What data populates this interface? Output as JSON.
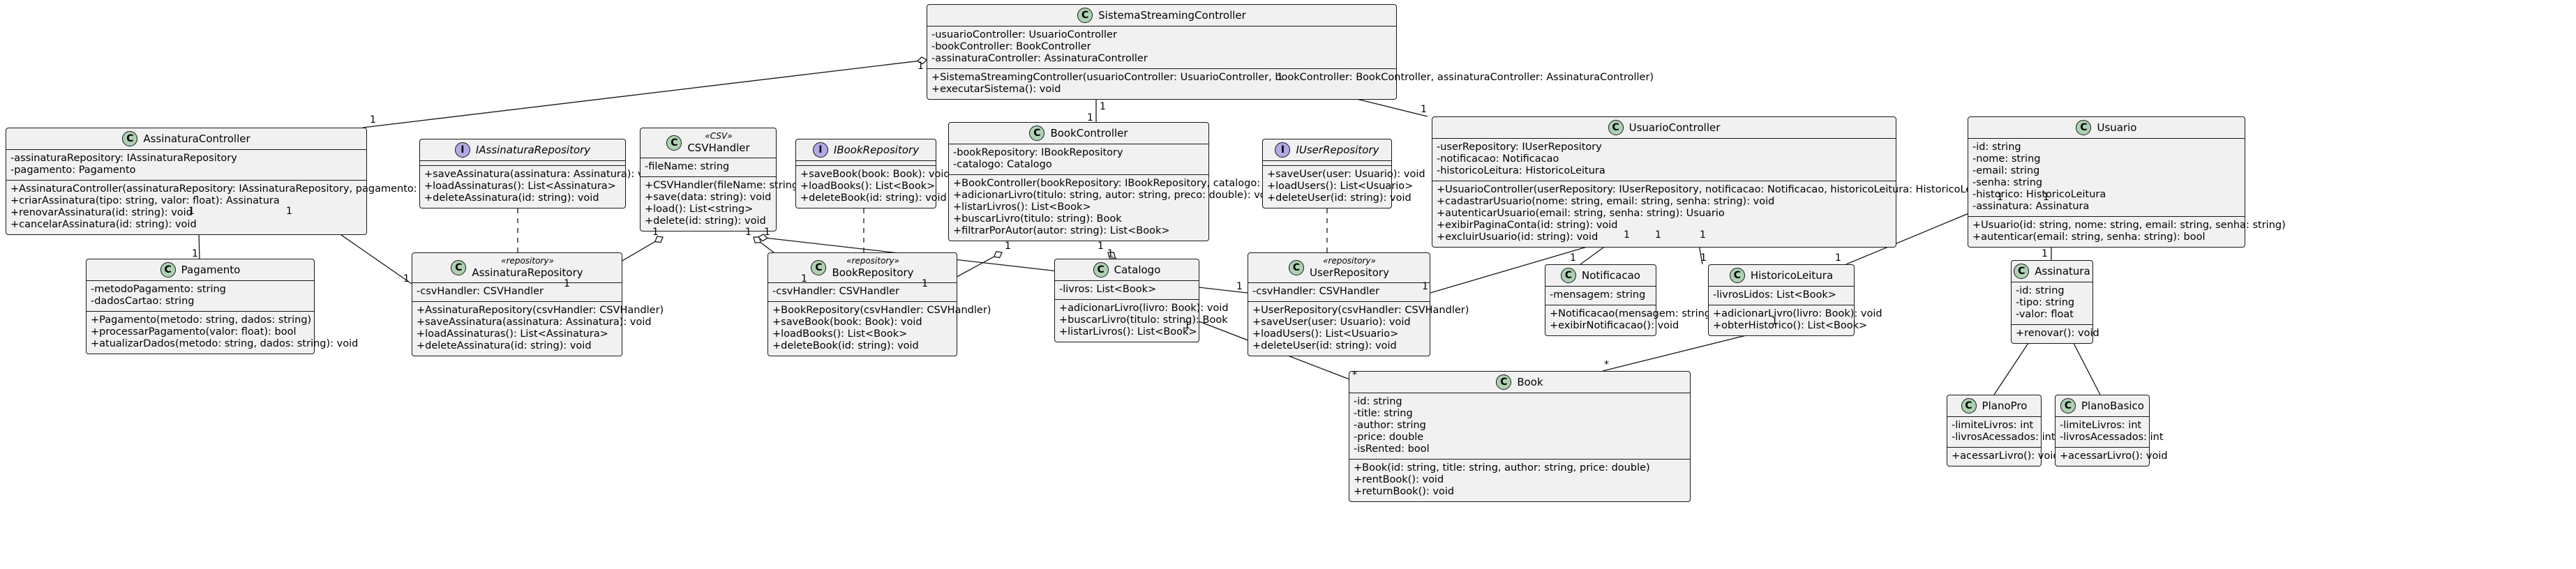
{
  "classes": {
    "sistema": {
      "kind": "class",
      "stereotype": "",
      "name": "SistemaStreamingController",
      "fields": [
        "-usuarioController: UsuarioController",
        "-bookController: BookController",
        "-assinaturaController: AssinaturaController"
      ],
      "methods": [
        "+SistemaStreamingController(usuarioController: UsuarioController, bookController: BookController, assinaturaController: AssinaturaController)",
        "+executarSistema(): void"
      ]
    },
    "assinaturaController": {
      "kind": "class",
      "stereotype": "",
      "name": "AssinaturaController",
      "fields": [
        "-assinaturaRepository: IAssinaturaRepository",
        "-pagamento: Pagamento"
      ],
      "methods": [
        "+AssinaturaController(assinaturaRepository: IAssinaturaRepository, pagamento: Pagamento)",
        "+criarAssinatura(tipo: string, valor: float): Assinatura",
        "+renovarAssinatura(id: string): void",
        "+cancelarAssinatura(id: string): void"
      ]
    },
    "iAssinaturaRepository": {
      "kind": "interface",
      "stereotype": "",
      "name": "IAssinaturaRepository",
      "fields": [],
      "methods": [
        "+saveAssinatura(assinatura: Assinatura): void",
        "+loadAssinaturas(): List<Assinatura>",
        "+deleteAssinatura(id: string): void"
      ]
    },
    "csvHandler": {
      "kind": "class",
      "stereotype": "«CSV»",
      "name": "CSVHandler",
      "fields": [
        "-fileName: string"
      ],
      "methods": [
        "+CSVHandler(fileName: string)",
        "+save(data: string): void",
        "+load(): List<string>",
        "+delete(id: string): void"
      ]
    },
    "iBookRepository": {
      "kind": "interface",
      "stereotype": "",
      "name": "IBookRepository",
      "fields": [],
      "methods": [
        "+saveBook(book: Book): void",
        "+loadBooks(): List<Book>",
        "+deleteBook(id: string): void"
      ]
    },
    "bookController": {
      "kind": "class",
      "stereotype": "",
      "name": "BookController",
      "fields": [
        "-bookRepository: IBookRepository",
        "-catalogo: Catalogo"
      ],
      "methods": [
        "+BookController(bookRepository: IBookRepository, catalogo: Catalogo)",
        "+adicionarLivro(titulo: string, autor: string, preco: double): void",
        "+listarLivros(): List<Book>",
        "+buscarLivro(titulo: string): Book",
        "+filtrarPorAutor(autor: string): List<Book>"
      ]
    },
    "iUserRepository": {
      "kind": "interface",
      "stereotype": "",
      "name": "IUserRepository",
      "fields": [],
      "methods": [
        "+saveUser(user: Usuario): void",
        "+loadUsers(): List<Usuario>",
        "+deleteUser(id: string): void"
      ]
    },
    "usuarioController": {
      "kind": "class",
      "stereotype": "",
      "name": "UsuarioController",
      "fields": [
        "-userRepository: IUserRepository",
        "-notificacao: Notificacao",
        "-historicoLeitura: HistoricoLeitura"
      ],
      "methods": [
        "+UsuarioController(userRepository: IUserRepository, notificacao: Notificacao, historicoLeitura: HistoricoLeitura)",
        "+cadastrarUsuario(nome: string, email: string, senha: string): void",
        "+autenticarUsuario(email: string, senha: string): Usuario",
        "+exibirPaginaConta(id: string): void",
        "+excluirUsuario(id: string): void"
      ]
    },
    "usuario": {
      "kind": "class",
      "stereotype": "",
      "name": "Usuario",
      "fields": [
        "-id: string",
        "-nome: string",
        "-email: string",
        "-senha: string",
        "-historico: HistoricoLeitura",
        "-assinatura: Assinatura"
      ],
      "methods": [
        "+Usuario(id: string, nome: string, email: string, senha: string)",
        "+autenticar(email: string, senha: string): bool"
      ]
    },
    "pagamento": {
      "kind": "class",
      "stereotype": "",
      "name": "Pagamento",
      "fields": [
        "-metodoPagamento: string",
        "-dadosCartao: string"
      ],
      "methods": [
        "+Pagamento(metodo: string, dados: string)",
        "+processarPagamento(valor: float): bool",
        "+atualizarDados(metodo: string, dados: string): void"
      ]
    },
    "assinaturaRepository": {
      "kind": "class",
      "stereotype": "«repository»",
      "name": "AssinaturaRepository",
      "fields": [
        "-csvHandler: CSVHandler"
      ],
      "methods": [
        "+AssinaturaRepository(csvHandler: CSVHandler)",
        "+saveAssinatura(assinatura: Assinatura): void",
        "+loadAssinaturas(): List<Assinatura>",
        "+deleteAssinatura(id: string): void"
      ]
    },
    "bookRepository": {
      "kind": "class",
      "stereotype": "«repository»",
      "name": "BookRepository",
      "fields": [
        "-csvHandler: CSVHandler"
      ],
      "methods": [
        "+BookRepository(csvHandler: CSVHandler)",
        "+saveBook(book: Book): void",
        "+loadBooks(): List<Book>",
        "+deleteBook(id: string): void"
      ]
    },
    "catalogo": {
      "kind": "class",
      "stereotype": "",
      "name": "Catalogo",
      "fields": [
        "-livros: List<Book>"
      ],
      "methods": [
        "+adicionarLivro(livro: Book): void",
        "+buscarLivro(titulo: string): Book",
        "+listarLivros(): List<Book>"
      ]
    },
    "userRepository": {
      "kind": "class",
      "stereotype": "«repository»",
      "name": "UserRepository",
      "fields": [
        "-csvHandler: CSVHandler"
      ],
      "methods": [
        "+UserRepository(csvHandler: CSVHandler)",
        "+saveUser(user: Usuario): void",
        "+loadUsers(): List<Usuario>",
        "+deleteUser(id: string): void"
      ]
    },
    "notificacao": {
      "kind": "class",
      "stereotype": "",
      "name": "Notificacao",
      "fields": [
        "-mensagem: string"
      ],
      "methods": [
        "+Notificacao(mensagem: string)",
        "+exibirNotificacao(): void"
      ]
    },
    "historicoLeitura": {
      "kind": "class",
      "stereotype": "",
      "name": "HistoricoLeitura",
      "fields": [
        "-livrosLidos: List<Book>"
      ],
      "methods": [
        "+adicionarLivro(livro: Book): void",
        "+obterHistorico(): List<Book>"
      ]
    },
    "assinatura": {
      "kind": "class",
      "stereotype": "",
      "name": "Assinatura",
      "fields": [
        "-id: string",
        "-tipo: string",
        "-valor: float"
      ],
      "methods": [
        "+renovar(): void"
      ]
    },
    "book": {
      "kind": "class",
      "stereotype": "",
      "name": "Book",
      "fields": [
        "-id: string",
        "-title: string",
        "-author: string",
        "-price: double",
        "-isRented: bool"
      ],
      "methods": [
        "+Book(id: string, title: string, author: string, price: double)",
        "+rentBook(): void",
        "+returnBook(): void"
      ]
    },
    "planoPro": {
      "kind": "class",
      "stereotype": "",
      "name": "PlanoPro",
      "fields": [
        "-limiteLivros: int",
        "-livrosAcessados: int"
      ],
      "methods": [
        "+acessarLivro(): void"
      ]
    },
    "planoBasico": {
      "kind": "class",
      "stereotype": "",
      "name": "PlanoBasico",
      "fields": [
        "-limiteLivros: int",
        "-livrosAcessados: int"
      ],
      "methods": [
        "+acessarLivro(): void"
      ]
    }
  },
  "relations": [
    {
      "from": "sistema",
      "to": "assinaturaController",
      "type": "aggregation",
      "from_mult": "1",
      "to_mult": "1"
    },
    {
      "from": "sistema",
      "to": "bookController",
      "type": "aggregation",
      "from_mult": "1",
      "to_mult": "1"
    },
    {
      "from": "sistema",
      "to": "usuarioController",
      "type": "aggregation",
      "from_mult": "1",
      "to_mult": "1"
    },
    {
      "from": "assinaturaController",
      "to": "pagamento",
      "type": "aggregation",
      "from_mult": "1",
      "to_mult": "1"
    },
    {
      "from": "assinaturaController",
      "to": "assinaturaRepository",
      "type": "aggregation",
      "from_mult": "1",
      "to_mult": "1"
    },
    {
      "from": "csvHandler",
      "to": "assinaturaRepository",
      "type": "aggregation",
      "from_mult": "1",
      "to_mult": "1"
    },
    {
      "from": "csvHandler",
      "to": "bookRepository",
      "type": "aggregation",
      "from_mult": "1",
      "to_mult": "1"
    },
    {
      "from": "csvHandler",
      "to": "userRepository",
      "type": "aggregation",
      "from_mult": "1",
      "to_mult": "1"
    },
    {
      "from": "bookController",
      "to": "bookRepository",
      "type": "aggregation",
      "from_mult": "1",
      "to_mult": "1"
    },
    {
      "from": "bookController",
      "to": "catalogo",
      "type": "aggregation",
      "from_mult": "1",
      "to_mult": "1"
    },
    {
      "from": "catalogo",
      "to": "book",
      "type": "association",
      "from_mult": "1",
      "to_mult": "*"
    },
    {
      "from": "usuarioController",
      "to": "userRepository",
      "type": "aggregation",
      "from_mult": "1",
      "to_mult": "1"
    },
    {
      "from": "usuarioController",
      "to": "notificacao",
      "type": "aggregation",
      "from_mult": "1",
      "to_mult": "1"
    },
    {
      "from": "usuarioController",
      "to": "historicoLeitura",
      "type": "aggregation",
      "from_mult": "1",
      "to_mult": "1"
    },
    {
      "from": "historicoLeitura",
      "to": "book",
      "type": "aggregation",
      "from_mult": "1",
      "to_mult": "*"
    },
    {
      "from": "usuario",
      "to": "historicoLeitura",
      "type": "aggregation",
      "from_mult": "1",
      "to_mult": "1"
    },
    {
      "from": "usuario",
      "to": "assinatura",
      "type": "aggregation",
      "from_mult": "1",
      "to_mult": "1"
    },
    {
      "from": "assinaturaRepository",
      "to": "iAssinaturaRepository",
      "type": "realization"
    },
    {
      "from": "bookRepository",
      "to": "iBookRepository",
      "type": "realization"
    },
    {
      "from": "userRepository",
      "to": "iUserRepository",
      "type": "realization"
    },
    {
      "from": "planoPro",
      "to": "assinatura",
      "type": "generalization"
    },
    {
      "from": "planoBasico",
      "to": "assinatura",
      "type": "generalization"
    }
  ]
}
